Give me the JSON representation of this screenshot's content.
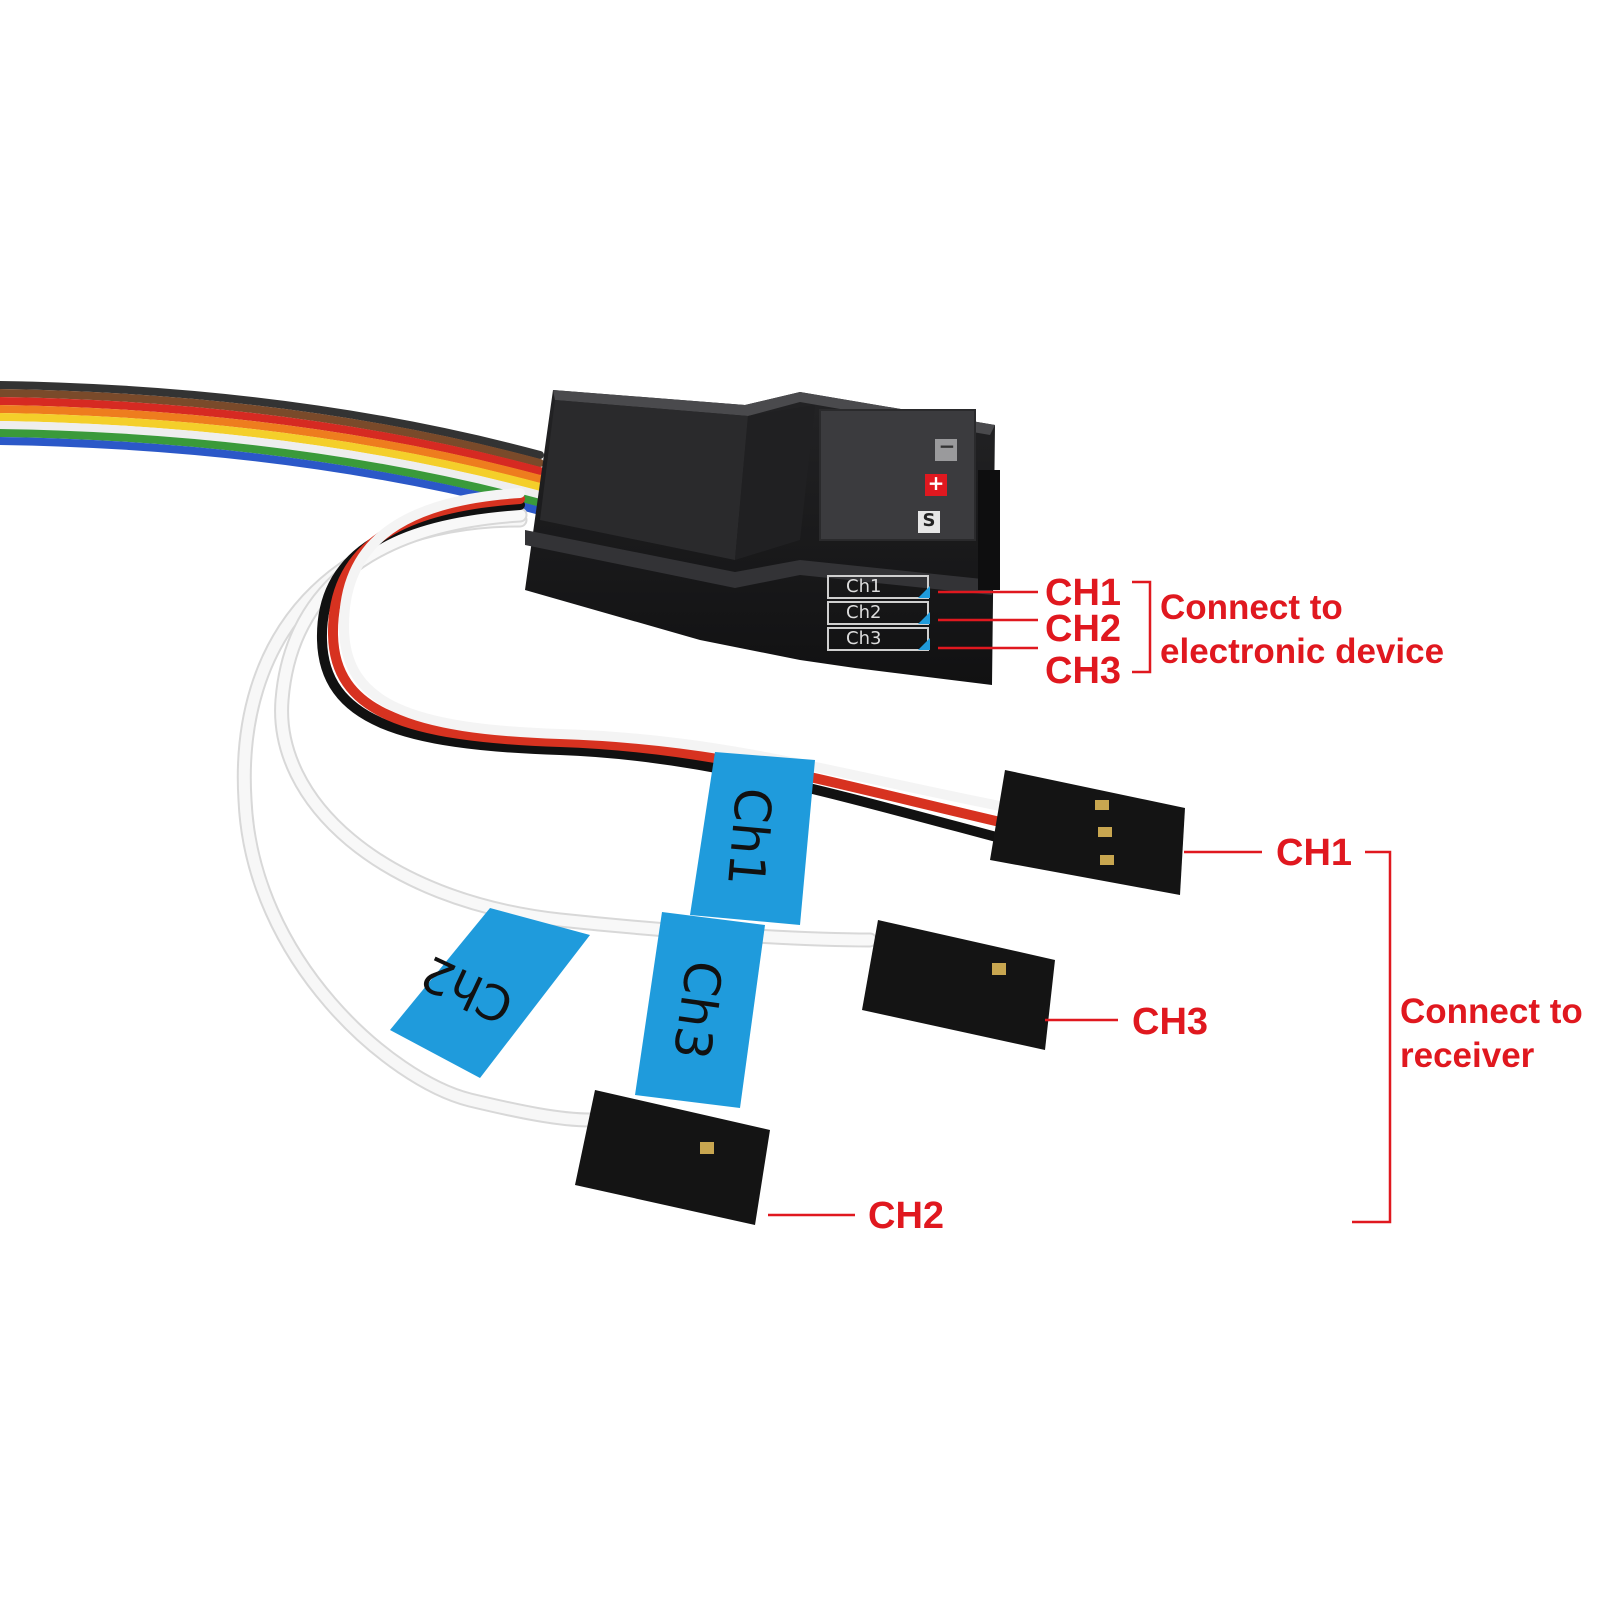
{
  "colors": {
    "accent_red": "#e0181f",
    "tape_blue": "#1f9bdc",
    "module_black": "#1c1c1e",
    "connector_black": "#141414"
  },
  "module": {
    "pin_labels": {
      "minus": "−",
      "plus": "+",
      "signal": "S"
    },
    "channel_labels": [
      "Ch1",
      "Ch2",
      "Ch3"
    ]
  },
  "callouts_device": {
    "channels": [
      "CH1",
      "CH2",
      "CH3"
    ],
    "description_line1": "Connect to",
    "description_line2": "electronic device"
  },
  "callouts_receiver": {
    "ch1": "CH1",
    "ch3": "CH3",
    "ch2": "CH2",
    "description_line1": "Connect to",
    "description_line2": "receiver"
  },
  "tapes": {
    "ch1": "Ch1",
    "ch3": "Ch3",
    "ch2": "Ch2"
  }
}
